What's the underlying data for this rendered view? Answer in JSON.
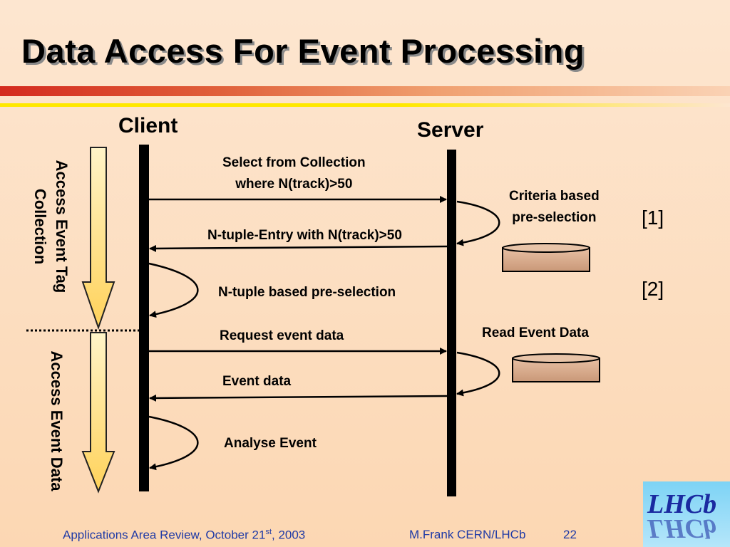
{
  "slide": {
    "title": "Data Access For Event Processing",
    "page_number": "22"
  },
  "diagram": {
    "client_label": "Client",
    "server_label": "Server",
    "messages": {
      "select_line1": "Select from Collection",
      "select_line2": "where N(track)>50",
      "ntuple_entry": "N-tuple-Entry with N(track)>50",
      "ntuple_preselection": "N-tuple based pre-selection",
      "request_event": "Request event data",
      "event_data": "Event data",
      "analyse_event": "Analyse Event"
    },
    "server_actions": {
      "criteria_line1": "Criteria based",
      "criteria_line2": "pre-selection",
      "read_event": "Read Event Data"
    },
    "refs": {
      "ref1": "[1]",
      "ref2": "[2]"
    },
    "phases": {
      "tag_line1": "Access Event Tag",
      "tag_line2": "Collection",
      "data": "Access Event Data"
    }
  },
  "footer": {
    "event_prefix": "Applications Area Review, October 21",
    "event_sup": "st",
    "event_suffix": ", 2003",
    "author": "M.Frank CERN/LHCb"
  },
  "logo": {
    "text_top": "LHCb",
    "text_bottom": "LHCb"
  },
  "colors": {
    "background": "#fde6d0",
    "arrow_fill": "#ffe38a",
    "footer_text": "#1f3aa6",
    "database_fill": "#d9a88a"
  }
}
